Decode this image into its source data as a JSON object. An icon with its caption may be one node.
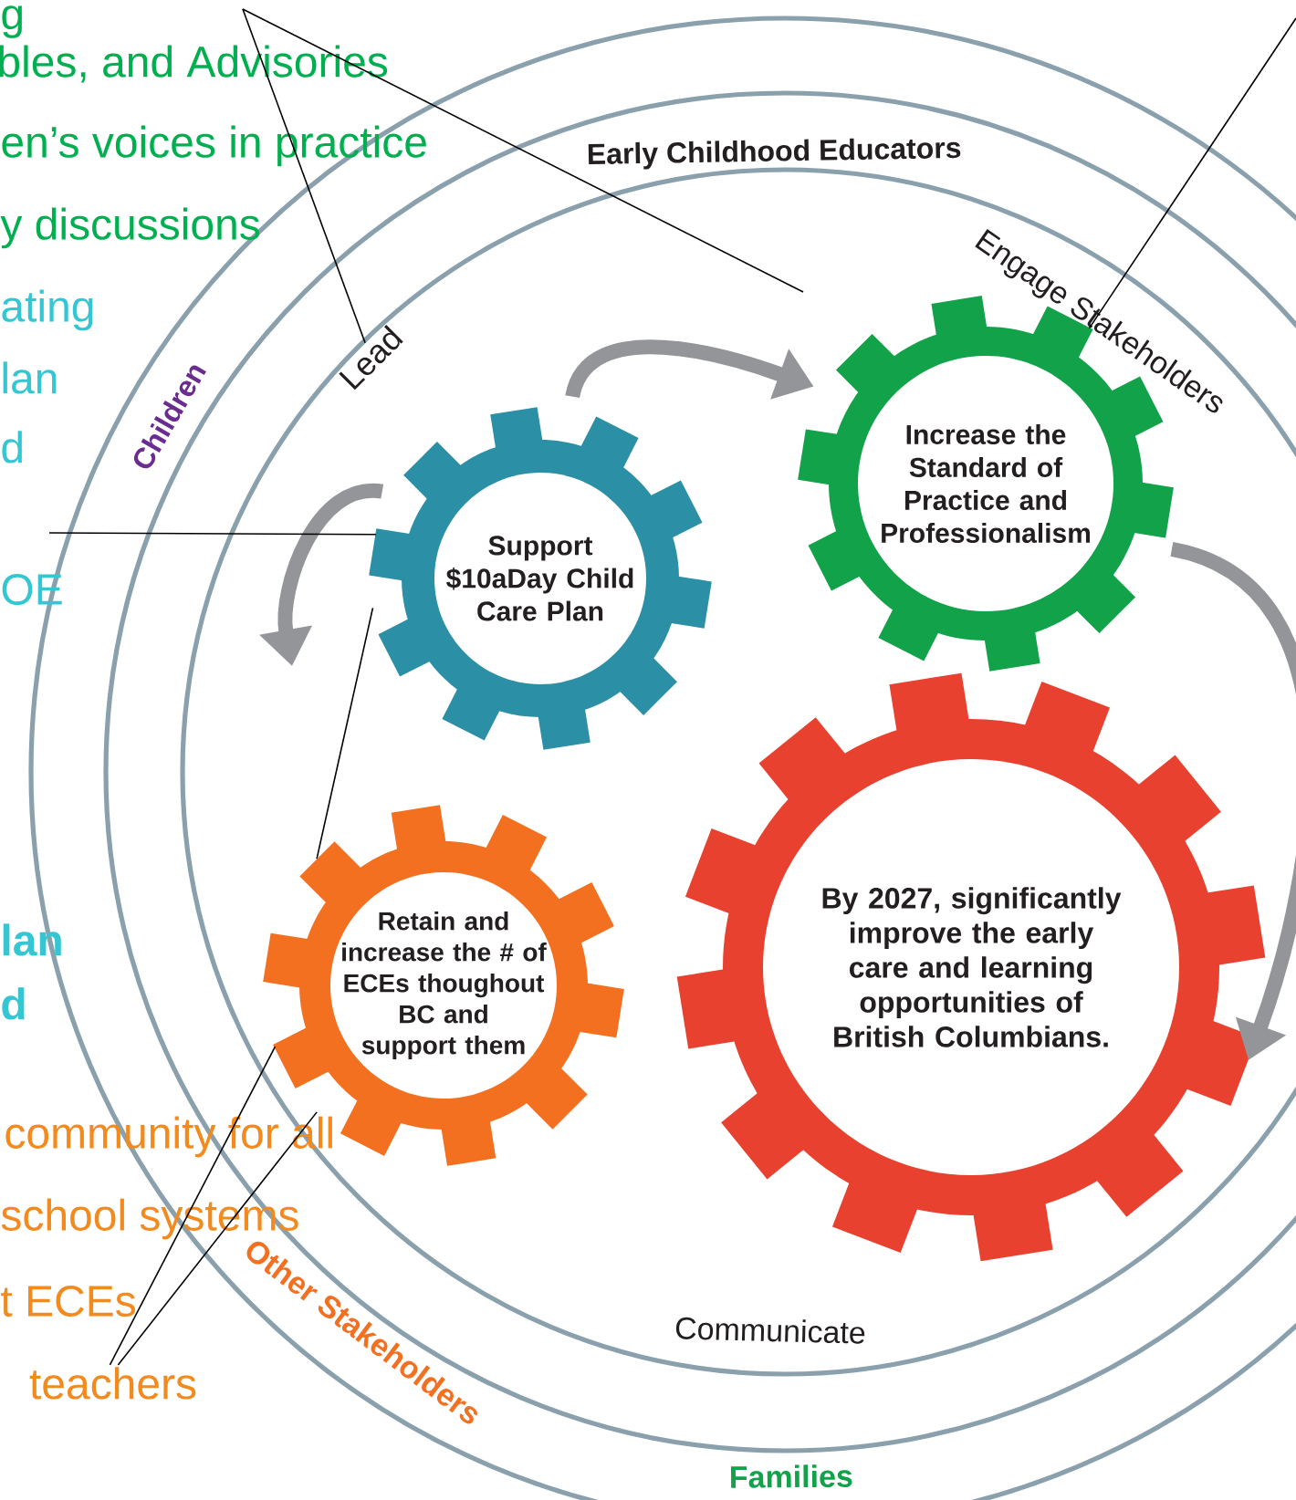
{
  "diagram": {
    "nodes": [
      {
        "text": [
          "Support $10aDay Child Care Plan"
        ]
      },
      {
        "text": [
          "Increase the Standard of Practice and Professionalism"
        ]
      },
      {
        "text": [
          "Retain and increase the # of ECEs thoughout BC and support them"
        ]
      },
      {
        "text": [
          "By 2027, significantly improve the early care and learning opportunities of British Columbians."
        ]
      },
      {
        "text": [
          "teachers"
        ]
      },
      {
        "text": [
          "Lead"
        ]
      }
    ],
    "edges": [
      {
        "from": 0,
        "to": 1,
        "arrow": "to",
        "style": "thick",
        "color": "#939598"
      },
      {
        "from": 1,
        "to": 3,
        "arrow": "to",
        "style": "thick",
        "color": "#939598"
      },
      {
        "from": 0,
        "to": null,
        "arrow": "to",
        "style": "thick",
        "color": "#939598"
      },
      {
        "from": null,
        "to": 1,
        "arrow": "none"
      },
      {
        "from": null,
        "to": 0,
        "arrow": "none"
      },
      {
        "from": null,
        "to": 5,
        "arrow": "none"
      },
      {
        "from": 0,
        "to": 2,
        "arrow": "none"
      },
      {
        "from": 4,
        "to": 2,
        "arrow": "none"
      },
      {
        "from": 4,
        "to": 2,
        "arrow": "none"
      }
    ],
    "labels": [
      "g",
      "bles, and Advisories",
      "en’s voices in practice",
      "y discussions",
      "ating",
      "lan",
      "d",
      "OE",
      "lan",
      "d",
      "community for all",
      "school systems",
      "t ECEs",
      "Early Childhood Educators",
      "Children",
      "Engage Stakeholders",
      "Communicate",
      "Other Stakeholders",
      "Families"
    ]
  }
}
